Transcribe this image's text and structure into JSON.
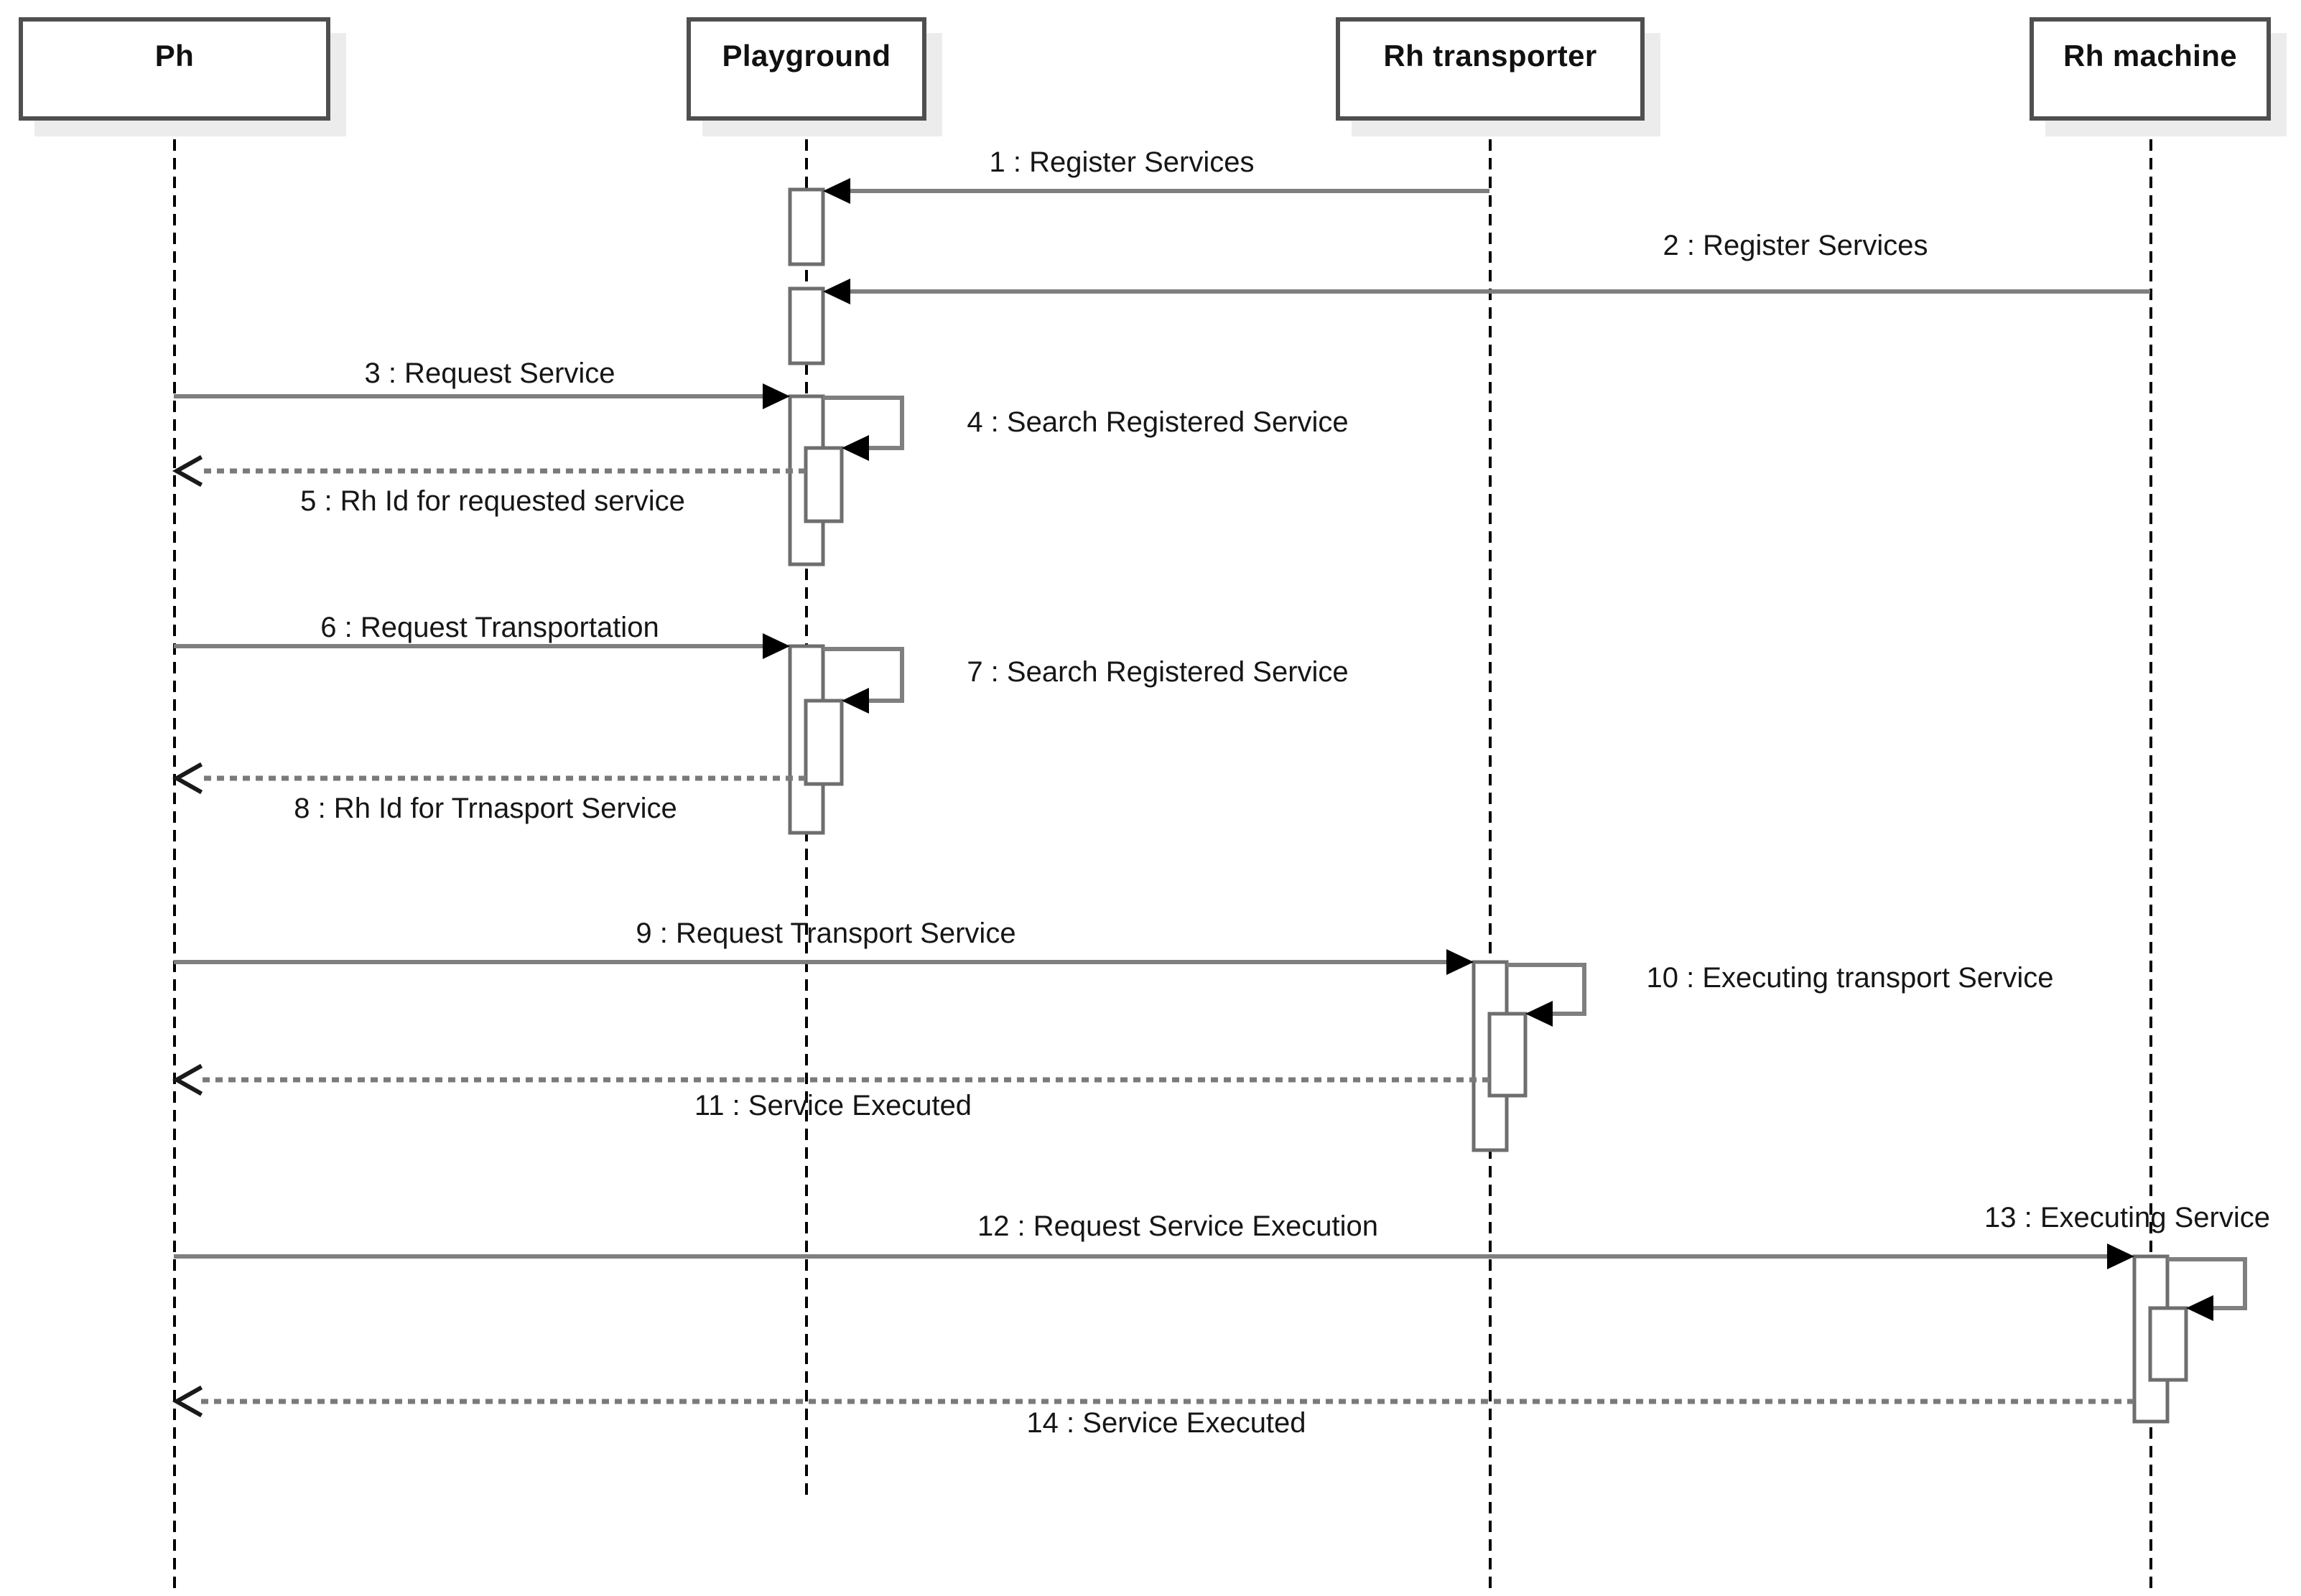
{
  "diagram": {
    "kind": "UML sequence diagram",
    "actors": [
      {
        "label": "Ph"
      },
      {
        "label": "Playground"
      },
      {
        "label": "Rh transporter"
      },
      {
        "label": "Rh machine"
      }
    ],
    "messages": [
      {
        "label": "1 : Register Services",
        "from": "Rh transporter",
        "to": "Playground",
        "kind": "call"
      },
      {
        "label": "2 : Register Services",
        "from": "Rh machine",
        "to": "Playground",
        "kind": "call"
      },
      {
        "label": "3 : Request Service",
        "from": "Ph",
        "to": "Playground",
        "kind": "call"
      },
      {
        "label": "4 : Search Registered Service",
        "from": "Playground",
        "to": "Playground",
        "kind": "self-call"
      },
      {
        "label": "5 : Rh Id for requested service",
        "from": "Playground",
        "to": "Ph",
        "kind": "return"
      },
      {
        "label": "6 : Request Transportation",
        "from": "Ph",
        "to": "Playground",
        "kind": "call"
      },
      {
        "label": "7 : Search Registered Service",
        "from": "Playground",
        "to": "Playground",
        "kind": "self-call"
      },
      {
        "label": "8 : Rh Id for Trnasport Service",
        "from": "Playground",
        "to": "Ph",
        "kind": "return"
      },
      {
        "label": "9 : Request Transport Service",
        "from": "Ph",
        "to": "Rh transporter",
        "kind": "call"
      },
      {
        "label": "10 : Executing transport Service",
        "from": "Rh transporter",
        "to": "Rh transporter",
        "kind": "self-call"
      },
      {
        "label": "11 : Service Executed",
        "from": "Rh transporter",
        "to": "Ph",
        "kind": "return"
      },
      {
        "label": "12 : Request Service Execution",
        "from": "Ph",
        "to": "Rh machine",
        "kind": "call"
      },
      {
        "label": "13 : Executing Service",
        "from": "Rh machine",
        "to": "Rh machine",
        "kind": "self-call"
      },
      {
        "label": "14 : Service Executed",
        "from": "Rh machine",
        "to": "Ph",
        "kind": "return"
      }
    ],
    "colors": {
      "background": "#ffffff",
      "message_line": "#7f7f7f",
      "return_line": "#7a7a7a",
      "arrowhead": "#000000",
      "lifeline": "#000000",
      "activation_fill": "#ffffff",
      "activation_border": "#6e6e6e",
      "actor_border": "#4f4f4f",
      "actor_shadow": "#ececec",
      "text": "#161616"
    }
  }
}
